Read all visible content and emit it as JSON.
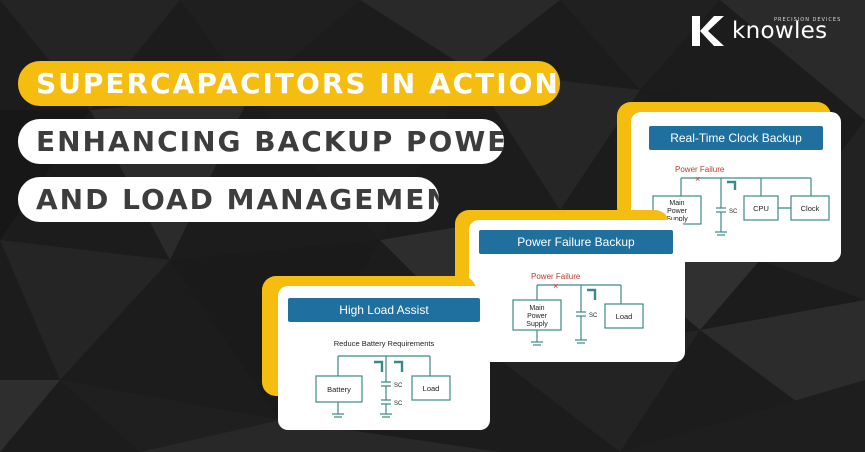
{
  "brand": {
    "name": "knowles",
    "tagline": "PRECISION DEVICES",
    "logo_icon": "knowles-k-logo-icon"
  },
  "headline": {
    "line1": "SUPERCAPACITORS IN ACTION:",
    "line2": "ENHANCING BACKUP POWER",
    "line3": "AND LOAD MANAGEMENT"
  },
  "cards": {
    "rtc": {
      "title": "Real-Time Clock Backup",
      "power_failure": "Power Failure",
      "main_power": [
        "Main",
        "Power",
        "Supply"
      ],
      "sc": "SC",
      "cpu": "CPU",
      "clock": "Clock"
    },
    "pfb": {
      "title": "Power Failure Backup",
      "power_failure": "Power Failure",
      "main_power": [
        "Main",
        "Power",
        "Supply"
      ],
      "sc": "SC",
      "load": "Load"
    },
    "hla": {
      "title": "High Load Assist",
      "subtitle": "Reduce Battery Requirements",
      "battery": "Battery",
      "sc1": "SC",
      "sc2": "SC",
      "load": "Load"
    }
  },
  "colors": {
    "accent_yellow": "#f4bd10",
    "header_blue": "#1f6f9f",
    "diagram_teal": "#3c8a87",
    "warning_red": "#c0392b",
    "background_dark": "#1a1a1a"
  }
}
